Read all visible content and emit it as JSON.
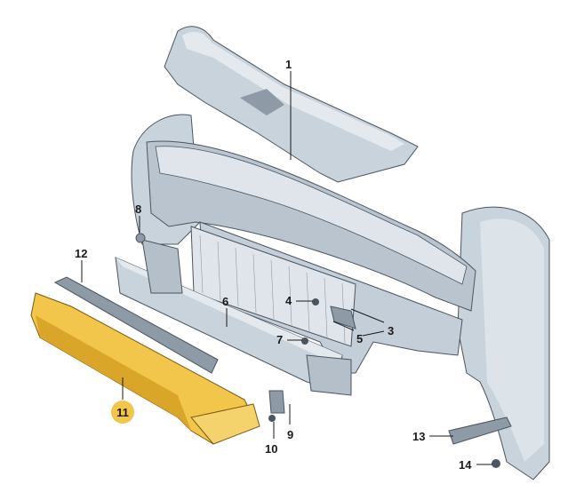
{
  "diagram": {
    "callouts": [
      {
        "id": "1",
        "label": "1"
      },
      {
        "id": "3",
        "label": "3"
      },
      {
        "id": "4",
        "label": "4"
      },
      {
        "id": "5",
        "label": "5"
      },
      {
        "id": "6",
        "label": "6"
      },
      {
        "id": "7",
        "label": "7"
      },
      {
        "id": "8",
        "label": "8"
      },
      {
        "id": "9",
        "label": "9"
      },
      {
        "id": "10",
        "label": "10"
      },
      {
        "id": "11",
        "label": "11"
      },
      {
        "id": "12",
        "label": "12"
      },
      {
        "id": "13",
        "label": "13"
      },
      {
        "id": "14",
        "label": "14"
      }
    ],
    "colors": {
      "panel_fill": "#c9d3dc",
      "panel_dark": "#8e9aa6",
      "panel_light": "#e4e9ee",
      "outline": "#4a5560",
      "highlight_part": "#f2c64a",
      "highlight_dark": "#d9a62a",
      "badge": "#f2c64a"
    }
  }
}
